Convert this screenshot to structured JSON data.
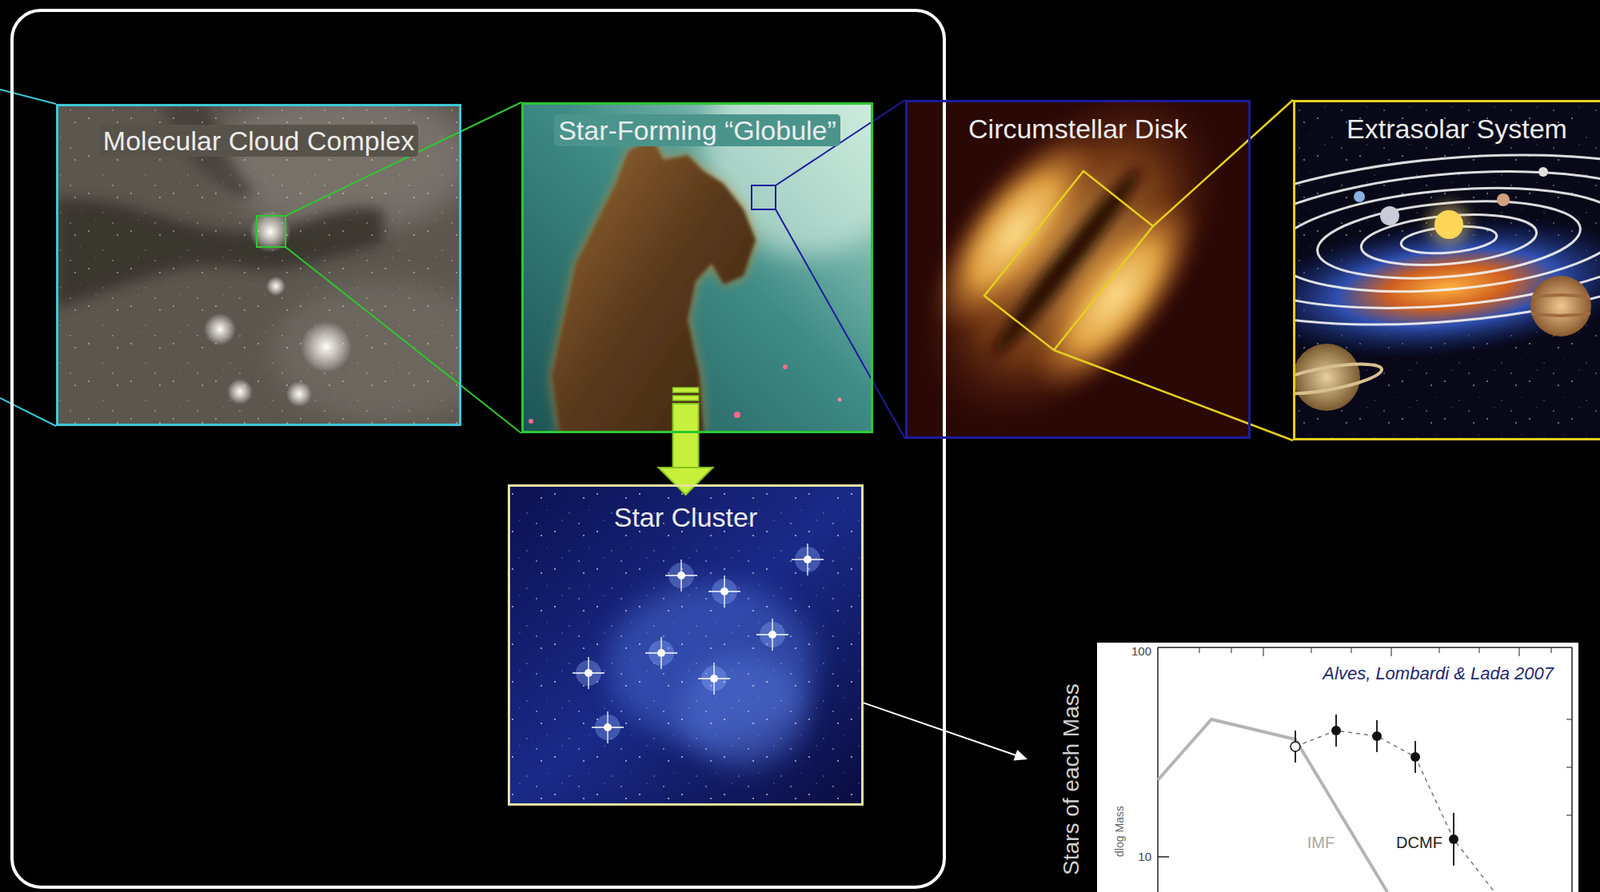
{
  "diagram": {
    "nodes": [
      {
        "text": [
          "Molecular Cloud Complex"
        ]
      },
      {
        "text": [
          "Star-Forming “Globule”"
        ]
      },
      {
        "text": [
          "Circumstellar Disk"
        ]
      },
      {
        "text": [
          "Extrasolar System"
        ]
      },
      {
        "text": [
          "Star Cluster"
        ]
      },
      {
        "text": [
          "Alves, Lombardi & Lada 2007"
        ]
      }
    ],
    "edges": [
      {
        "from": 0,
        "to": 1,
        "arrow": "none"
      },
      {
        "from": 1,
        "to": 2,
        "arrow": "none"
      },
      {
        "from": 2,
        "to": 3,
        "arrow": "none"
      },
      {
        "from": 1,
        "to": 4,
        "arrow": "to"
      },
      {
        "from": 4,
        "to": 5,
        "arrow": "to"
      }
    ],
    "labels": [
      "100",
      "10",
      "IMF",
      "DCMF",
      "dlog Mass",
      "Stars of each Mass"
    ]
  }
}
